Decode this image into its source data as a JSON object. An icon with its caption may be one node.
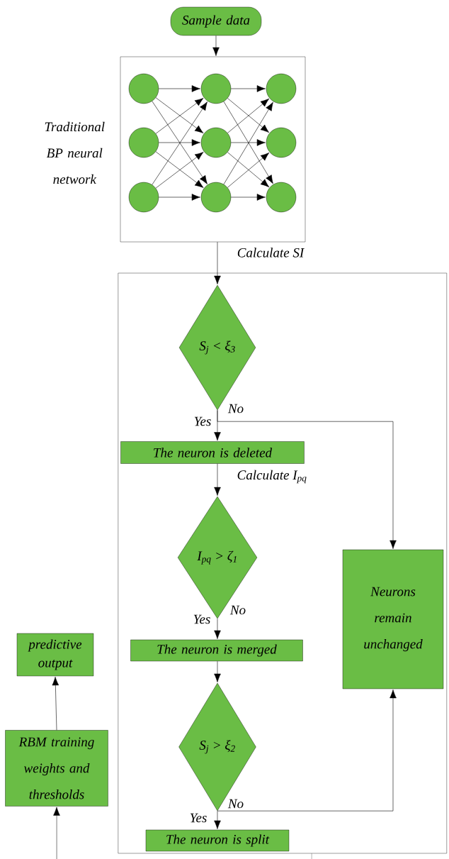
{
  "diagram": {
    "nodes": [
      {
        "text": [
          "Sample data"
        ]
      },
      {
        "text": [],
        "shape": "box",
        "beside": [
          "Traditional BP neural network"
        ]
      },
      {
        "text": [],
        "shape": "circle",
        "in": 1
      },
      {
        "text": [],
        "shape": "circle",
        "in": 1
      },
      {
        "text": [],
        "shape": "circle",
        "in": 1
      },
      {
        "text": [],
        "shape": "circle",
        "in": 1
      },
      {
        "text": [],
        "shape": "circle",
        "in": 1
      },
      {
        "text": [],
        "shape": "circle",
        "in": 1
      },
      {
        "text": [],
        "shape": "circle",
        "in": 1
      },
      {
        "text": [],
        "shape": "circle",
        "in": 1
      },
      {
        "text": [],
        "shape": "circle",
        "in": 1
      },
      {
        "text": [],
        "shape": "box"
      },
      {
        "text": [
          "S$_{j}$ < ξ$_{3}$"
        ],
        "in": 11
      },
      {
        "text": [
          "The neuron is deleted"
        ],
        "in": 11
      },
      {
        "text": [
          "I$_{pq}$ > ζ$_{1}$"
        ],
        "in": 11
      },
      {
        "text": [
          "The neuron is merged"
        ],
        "in": 11
      },
      {
        "text": [
          "S$_{j}$ > ξ$_{2}$"
        ],
        "in": 11
      },
      {
        "text": [
          "The neuron is split"
        ],
        "in": 11
      },
      {
        "text": [
          "Neurons remain unchanged"
        ],
        "in": 11
      },
      {
        "text": [
          "RBM training weights and thresholds"
        ]
      },
      {
        "text": [
          "predictive output"
        ]
      }
    ],
    "edges": [
      {
        "from": 0,
        "to": 1,
        "arrow": "to"
      },
      {
        "from": 1,
        "to": 12,
        "arrow": "to",
        "label": "Calculate SI"
      },
      {
        "from": 12,
        "to": 13,
        "arrow": "to",
        "label": "Yes"
      },
      {
        "from": 12,
        "to": 18,
        "arrow": "to",
        "label": "No"
      },
      {
        "from": 13,
        "to": 14,
        "arrow": "to",
        "label": "Calculate I$_{pq}$"
      },
      {
        "from": 14,
        "to": 15,
        "arrow": "to",
        "label": "Yes"
      },
      {
        "from": 15,
        "to": 16,
        "arrow": "to"
      },
      {
        "from": 16,
        "to": 17,
        "arrow": "to",
        "label": "Yes"
      },
      {
        "from": 16,
        "to": 18,
        "arrow": "to",
        "label": "No"
      },
      {
        "from": 19,
        "to": 20,
        "arrow": "to"
      },
      {
        "from": null,
        "to": 19,
        "arrow": "to"
      },
      {
        "from": 11,
        "to": null,
        "arrow": "none"
      },
      {
        "from": 2,
        "to": 5,
        "arrow": "to"
      },
      {
        "from": 2,
        "to": 6,
        "arrow": "to"
      },
      {
        "from": 2,
        "to": 7,
        "arrow": "to"
      },
      {
        "from": 3,
        "to": 5,
        "arrow": "to"
      },
      {
        "from": 3,
        "to": 6,
        "arrow": "to"
      },
      {
        "from": 3,
        "to": 7,
        "arrow": "to"
      },
      {
        "from": 4,
        "to": 5,
        "arrow": "to"
      },
      {
        "from": 4,
        "to": 6,
        "arrow": "to"
      },
      {
        "from": 4,
        "to": 7,
        "arrow": "to"
      },
      {
        "from": 5,
        "to": 8,
        "arrow": "to"
      },
      {
        "from": 5,
        "to": 9,
        "arrow": "to"
      },
      {
        "from": 5,
        "to": 10,
        "arrow": "to"
      },
      {
        "from": 6,
        "to": 8,
        "arrow": "to"
      },
      {
        "from": 6,
        "to": 9,
        "arrow": "to"
      },
      {
        "from": 6,
        "to": 10,
        "arrow": "to"
      },
      {
        "from": 7,
        "to": 8,
        "arrow": "to"
      },
      {
        "from": 7,
        "to": 9,
        "arrow": "to"
      },
      {
        "from": 7,
        "to": 10,
        "arrow": "to"
      }
    ],
    "labels": [
      "No"
    ]
  }
}
